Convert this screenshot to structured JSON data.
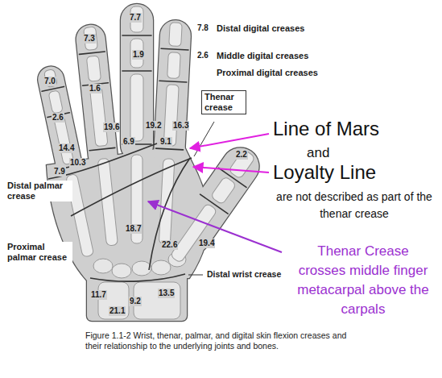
{
  "diagram": {
    "caption": "Figure 1.1-2 Wrist, thenar, palmar, and digital skin flexion creases and their relationship to the underlying joints and bones.",
    "nodes": [
      {
        "text": [
          "Thenar crease"
        ]
      }
    ],
    "labels": [
      "7.7",
      "7.3",
      "7.8",
      "Distal digital creases",
      "1.9",
      "2.6",
      "Middle digital creases",
      "Proximal digital creases",
      "7.0",
      "1.6",
      "2.6",
      "19.6",
      "19.2",
      "16.3",
      "6.9",
      "9.1",
      "14.4",
      "10.3",
      "7.9",
      "2.2",
      "Distal palmar crease",
      "18.7",
      "22.6",
      "19.4",
      "Proximal palmar crease",
      "Distal wrist crease",
      "11.7",
      "9.2",
      "13.5",
      "21.1",
      "Line of Mars",
      "and",
      "Loyalty Line",
      "are not described as part of the thenar crease",
      "Thenar Crease crosses middle finger metacarpal above the carpals"
    ]
  }
}
